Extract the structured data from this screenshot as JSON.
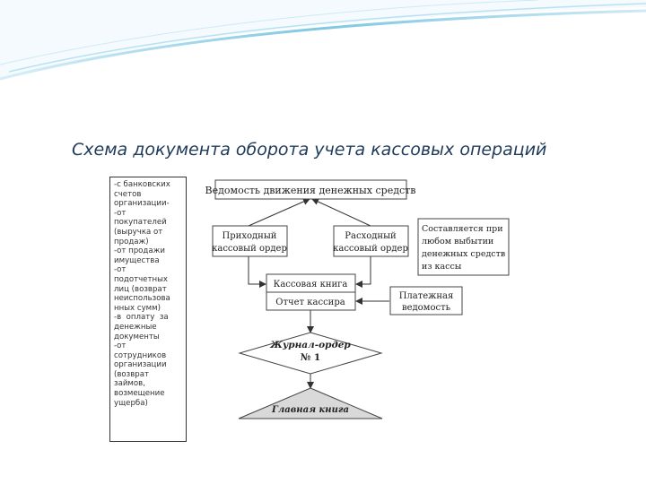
{
  "title": "Схема документа оборота учета кассовых операций",
  "left_note_lines": [
    "-с банковских",
    "счетов",
    "организации-",
    "-от",
    "покупателей",
    "(выручка от",
    "продаж)",
    "-от продажи",
    "имущества",
    "-от",
    "подотчетных",
    "лиц (возврат",
    "неиспользова",
    "нных сумм)",
    "-в  оплату  за",
    "денежные",
    "документы",
    "-от",
    "сотрудников",
    "организации",
    "(возврат",
    "займов,",
    "возмещение",
    "ущерба)"
  ],
  "boxes": {
    "vedomost_dvizheniya": "Ведомость движения денежных средств",
    "prikhodny_l1": "Приходный",
    "prikhodny_l2": "кассовый ордер",
    "raskhodny_l1": "Расходный",
    "raskhodny_l2": "кассовый ордер",
    "kassovaya_kniga": "Кассовая книга",
    "otchet_kassira": "Отчет кассира",
    "platezhnaya_l1": "Платежная",
    "platezhnaya_l2": "ведомость",
    "zhurnal_l1": "Журнал-ордер",
    "zhurnal_l2": "№ 1",
    "glavnaya_kniga": "Главная книга"
  },
  "note_right_lines": [
    "Составляется при",
    "любом выбытии",
    "денежных средств",
    "из кассы"
  ],
  "colors": {
    "title": "#1f3a5a",
    "box_fill": "#ffffff",
    "box_stroke": "#444444",
    "triangle_fill": "#d9d9d9",
    "header_swoosh": "#7ec8e3"
  }
}
